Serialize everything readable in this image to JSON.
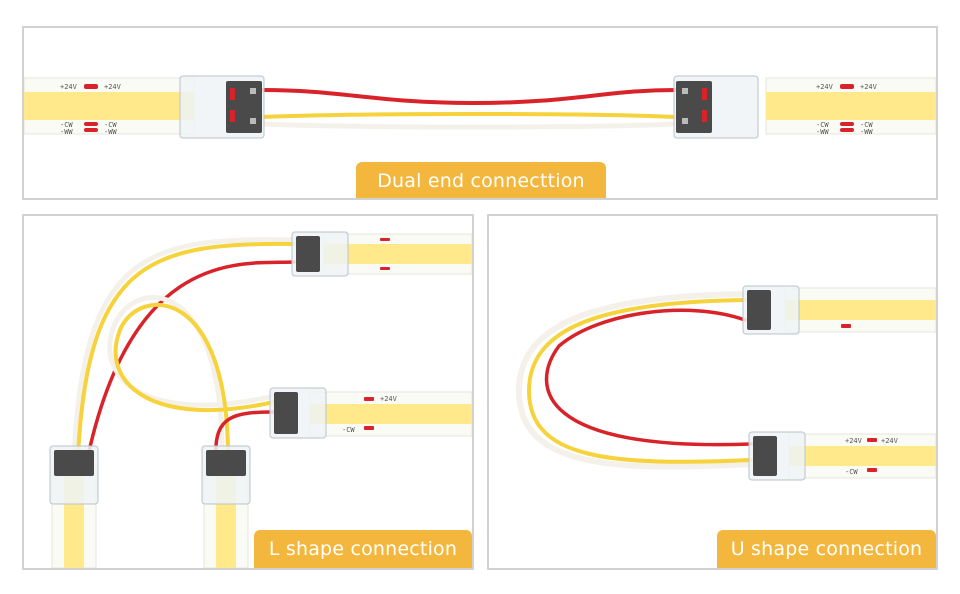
{
  "panels": {
    "dual": {
      "caption": "Dual end connecttion"
    },
    "l_shape": {
      "caption": "L shape connection"
    },
    "u_shape": {
      "caption": "U shape connection"
    }
  },
  "strip_markings": {
    "positive": "+24V",
    "negative_cw": "-CW",
    "negative_ww": "-WW"
  },
  "colors": {
    "caption_bg": "#f4b73e",
    "strip": "#ffe98a",
    "wire_red": "#d8232a",
    "wire_yellow": "#f6d23c",
    "wire_white": "#f4f1ea",
    "connector_dark": "#4a4a4a",
    "panel_border": "#d2d2d2"
  }
}
